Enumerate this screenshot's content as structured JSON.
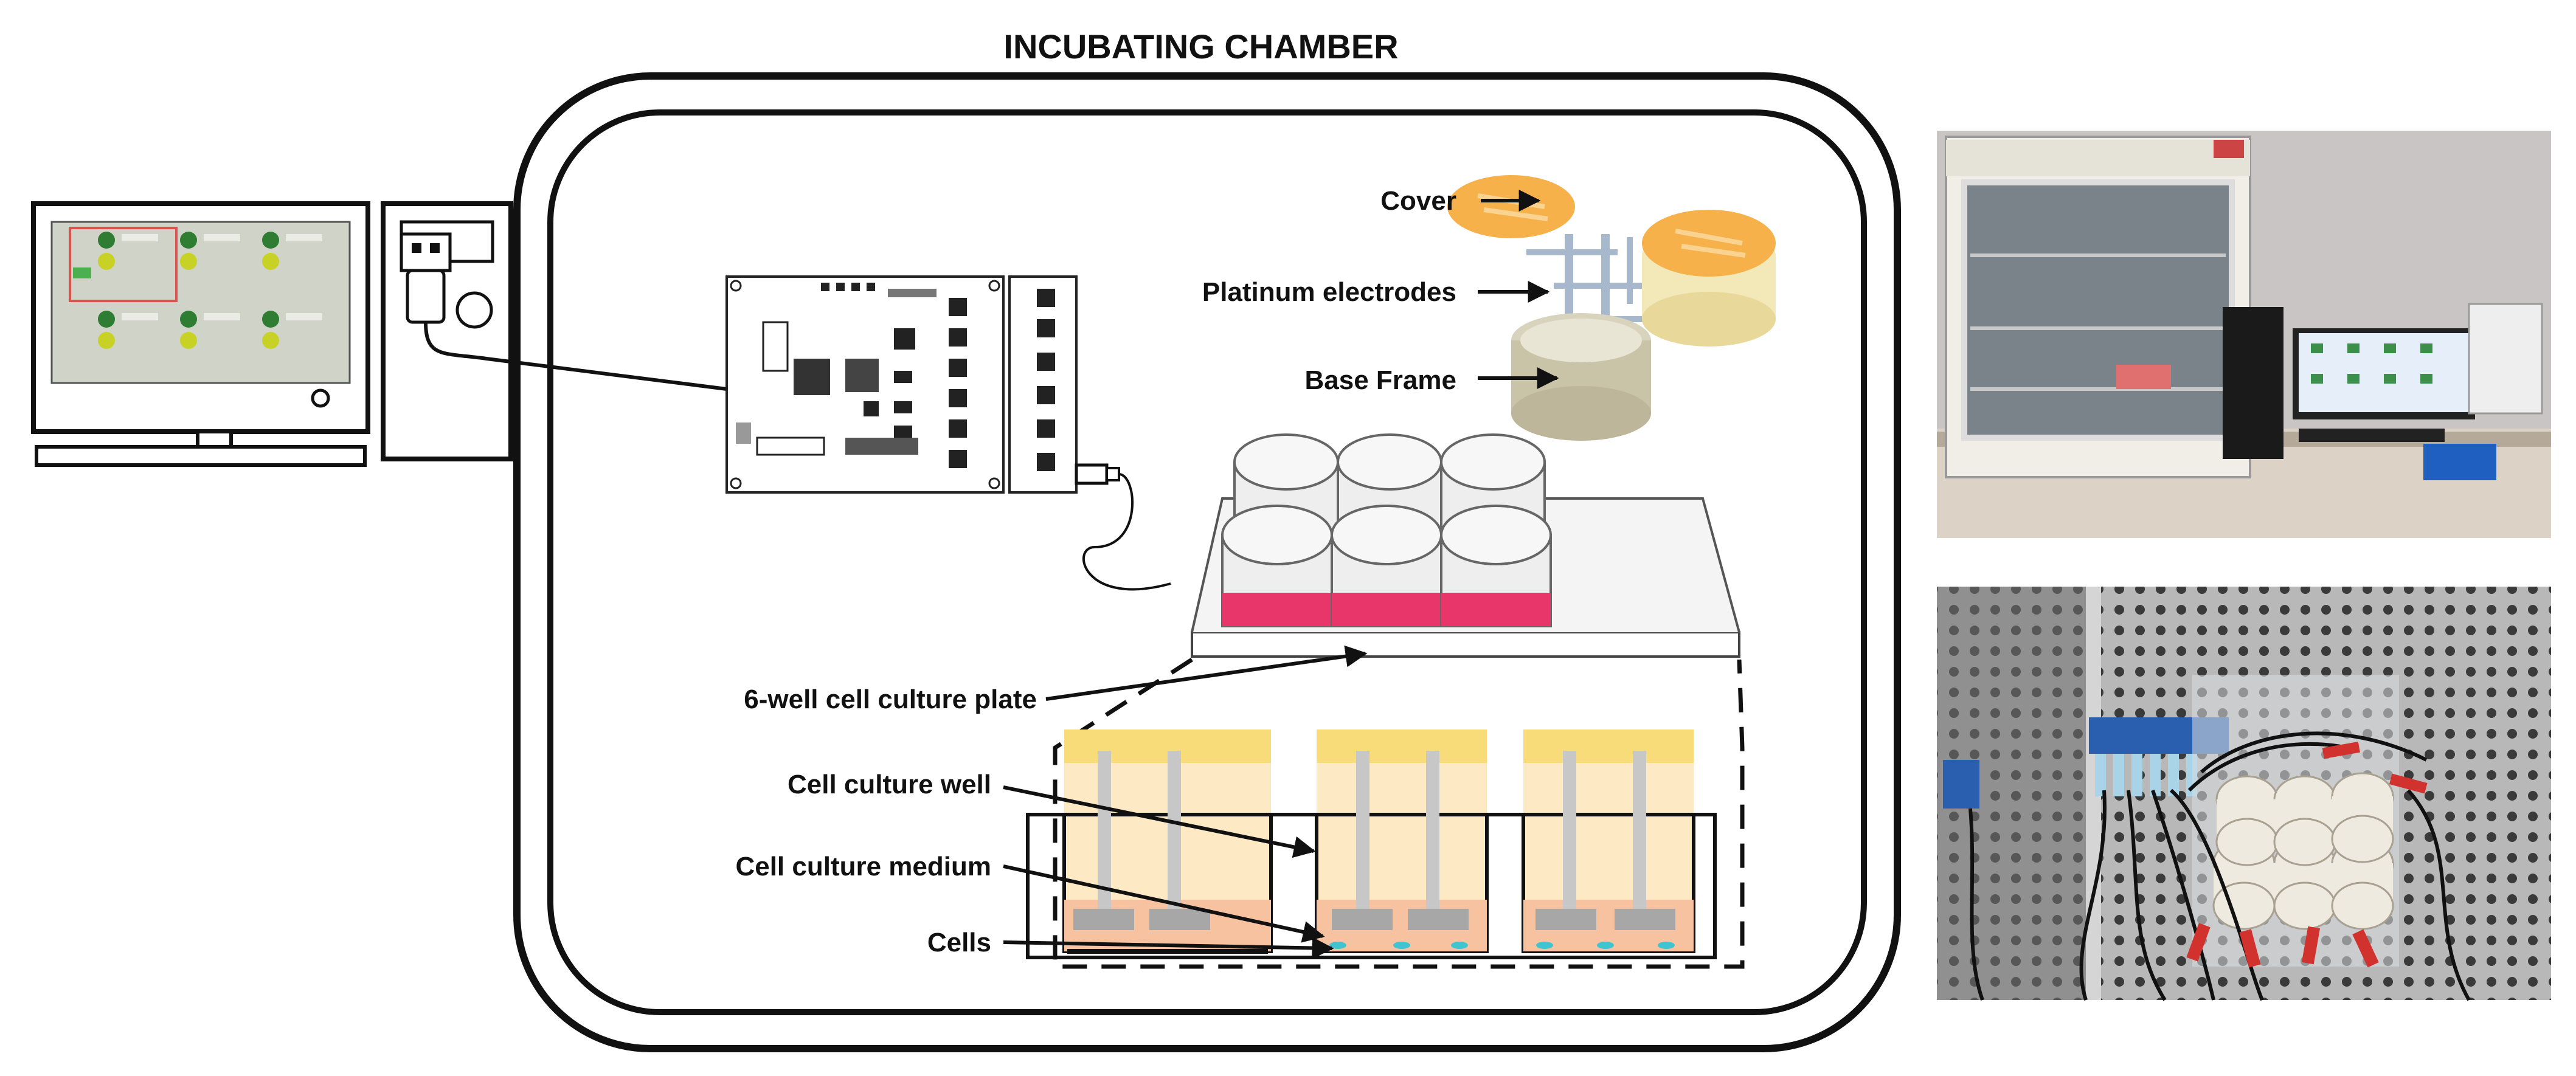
{
  "title": "INCUBATING CHAMBER",
  "labels": {
    "cover": "Cover",
    "platinum_electrodes": "Platinum electrodes",
    "base_frame": "Base Frame",
    "plate": "6-well cell culture plate",
    "well": "Cell culture well",
    "medium": "Cell culture medium",
    "cells": "Cells"
  },
  "colors": {
    "cover": "#f6b14a",
    "base_frame": "#c9c3a8",
    "medium": "#e8356a",
    "well_fill": "#fde9c4",
    "electrode": "#bdbdbd",
    "cells": "#3fc4d0",
    "screen": "#cfd3c8",
    "led_green": "#2e7d32",
    "led_yellow": "#c8d226"
  }
}
